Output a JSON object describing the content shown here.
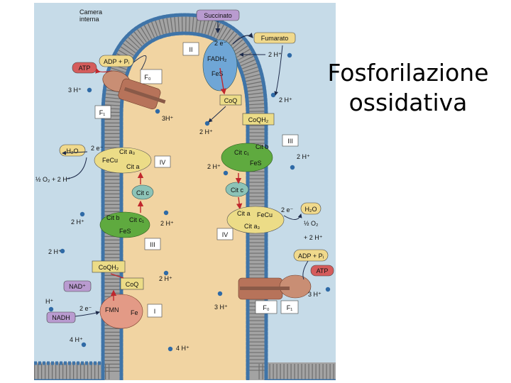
{
  "slide": {
    "title_line1": "Fosforilazione",
    "title_line2": "ossidativa"
  },
  "colors": {
    "background": "#c6dbe8",
    "matrix": "#f1d4a2",
    "lipid_head": "#3f74a8",
    "complex_yellow": "#ecdc87",
    "complex_green": "#5faa3f",
    "cyt_c": "#8cc3b7",
    "atp_synthase": "#c98e74",
    "succinato": "#b99bd0",
    "fumarato": "#f0d98c",
    "atp_red": "#d55c5c",
    "arrow_red": "#c0272d",
    "arrow_dark": "#1d2a4a"
  },
  "labels": {
    "camera_interna_1": "Camera",
    "camera_interna_2": "interna",
    "succinato": "Succinato",
    "fumarato": "Fumarato",
    "two_e_top": "2 e⁻",
    "fadh2": "FADH₂",
    "fes_ii": "FeS",
    "roman_ii": "II",
    "coq_top": "CoQ",
    "coqh2_top": "CoQH₂",
    "roman_iii_right": "III",
    "adp_pi_top": "ADP + Pᵢ",
    "atp_top": "ATP",
    "fo_top": "F₀",
    "f1_top": "F₁",
    "three_h_top": "3 H⁺",
    "three_h_inner": "3H⁺",
    "two_h_topright": "2 H⁺",
    "two_h_mid_right": "2 H⁺",
    "two_h_coq": "2 H⁺",
    "h2o_left": "H₂O",
    "two_e_left": "2 e⁻",
    "cit_a3_left": "Cit a₃",
    "fecu_left": "FeCu",
    "cit_a_left": "Cit a",
    "roman_iv_left": "IV",
    "half_o2_left": "½ O₂ + 2 H⁺",
    "cit_c_left": "Cit c",
    "two_h_left_iii": "2 H⁺",
    "cit_b_left": "Cit b",
    "cit_c1_left": "Cit c₁",
    "fes_left": "FeS",
    "two_h_iii_inner": "2 H⁺",
    "roman_iii_left": "III",
    "cit_c1_right": "Cit c₁",
    "cit_b_right": "Cit b",
    "fes_right": "FeS",
    "two_h_iii_right": "2 H⁺",
    "two_h_iii_right_inner": "2 H⁺",
    "cit_c_right": "Cit c",
    "cit_a_right": "Cit a",
    "fecu_right": "FeCu",
    "cit_a3_right": "Cit a₃",
    "two_e_right": "2 e⁻",
    "h2o_right": "H₂O",
    "half_o2_right": "½ O₂",
    "plus_two_h_right": "+ 2 H⁺",
    "roman_iv_right": "IV",
    "two_h_nad": "2 H⁺",
    "coqh2_left": "CoQH₂",
    "coq_left": "CoQ",
    "nad": "NAD⁺",
    "h_plus": "H⁺",
    "two_h_coq_left": "2 H⁺",
    "two_e_fmn": "2 e⁻",
    "nadh": "NADH",
    "fmn": "FMN",
    "fe": "Fe",
    "roman_i": "I",
    "four_h_left": "4 H⁺",
    "four_h_bottom": "4 H⁺",
    "adp_pi_bottom": "ADP + Pᵢ",
    "atp_bottom": "ATP",
    "three_h_bottom_right": "3 H⁺",
    "three_h_bottom_inner": "3 H⁺",
    "fo_bottom": "F₀",
    "f1_bottom": "F₁"
  }
}
